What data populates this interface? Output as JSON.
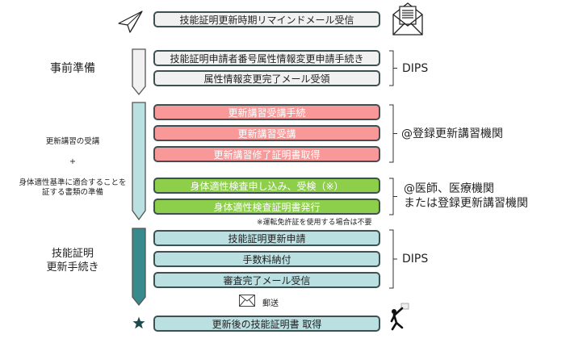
{
  "diagram": {
    "top_step": {
      "label": "技能証明更新時期リマインドメール受信",
      "left_icon": "paper-plane-icon",
      "right_icon": "open-envelope-icon"
    },
    "phases": [
      {
        "name": "pre-preparation",
        "label": "事前準備",
        "arrow_color": "#f1f1f1",
        "steps": [
          {
            "label": "技能証明申請者番号属性情報変更申請手続き",
            "color": "#f1f1f1"
          },
          {
            "label": "属性情報変更完了メール受領",
            "color": "#f1f1f1"
          }
        ],
        "organization": "DIPS"
      },
      {
        "name": "course-and-documents",
        "label_line1": "更新講習の受講",
        "label_plus": "+",
        "label_line2": "身体適性基準に適合することを",
        "label_line3": "証する書類の準備",
        "arrow_color": "#bbe0e2",
        "groups": [
          {
            "steps": [
              {
                "label": "更新講習受講手続",
                "color": "#f99898"
              },
              {
                "label": "更新講習受講",
                "color": "#f99898"
              },
              {
                "label": "更新講習修了証明書取得",
                "color": "#f99898"
              }
            ],
            "organization": "@登録更新講習機関"
          },
          {
            "steps": [
              {
                "label": "身体適性検査申し込み、受検（※）",
                "color": "#8dce4a"
              },
              {
                "label": "身体適性検査証明書発行",
                "color": "#8dce4a"
              }
            ],
            "organization_line1": "@医師、医療機関",
            "organization_line2": "または登録更新講習機関"
          }
        ],
        "note": "※運転免許証を使用する場合は不要"
      },
      {
        "name": "renewal-procedure",
        "label_line1": "技能証明",
        "label_line2": "更新手続き",
        "arrow_color": "#398a8c",
        "steps": [
          {
            "label": "技能証明更新申請",
            "color": "#bbe0e2"
          },
          {
            "label": "手数料納付",
            "color": "#bbe0e2"
          },
          {
            "label": "審査完了メール受信",
            "color": "#bbe0e2"
          }
        ],
        "organization": "DIPS"
      }
    ],
    "mail": {
      "icon": "envelope-icon",
      "label": "郵送"
    },
    "final_step": {
      "label": "更新後の技能証明書 取得",
      "left_icon": "star-icon",
      "right_icon": "running-person-icon",
      "color": "#bbe0e2"
    }
  }
}
